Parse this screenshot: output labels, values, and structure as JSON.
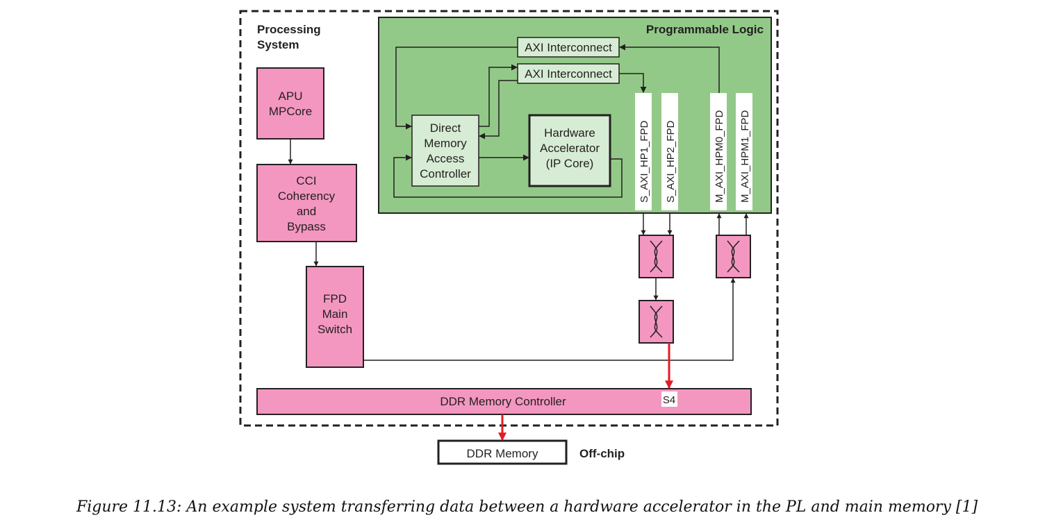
{
  "regions": {
    "processing_system": "Processing\nSystem",
    "programmable_logic": "Programmable Logic",
    "off_chip": "Off-chip"
  },
  "blocks": {
    "apu": "APU\nMPCore",
    "cci": "CCI\nCoherency\nand\nBypass",
    "fpd_switch": "FPD\nMain\nSwitch",
    "ddr_controller": "DDR Memory Controller",
    "ddr_memory": "DDR Memory",
    "s4": "S4",
    "axi_interconnect_top": "AXI Interconnect",
    "axi_interconnect_mid": "AXI Interconnect",
    "dma": "Direct\nMemory\nAccess\nController",
    "hw_accel": "Hardware\nAccelerator\n(IP Core)"
  },
  "ports": {
    "s_axi_hp1": "S_AXI_HP1_FPD",
    "s_axi_hp2": "S_AXI_HP2_FPD",
    "m_axi_hpm0": "M_AXI_HPM0_FPD",
    "m_axi_hpm1": "M_AXI_HPM1_FPD"
  },
  "colors": {
    "ps_block": "#f397c0",
    "pl_region": "#93c988",
    "pl_block": "#d7ecd4",
    "highlight_path": "#e31b23"
  },
  "caption": "Figure 11.13:  An example system transferring data between a hardware accelerator in the PL and main memory [1]"
}
